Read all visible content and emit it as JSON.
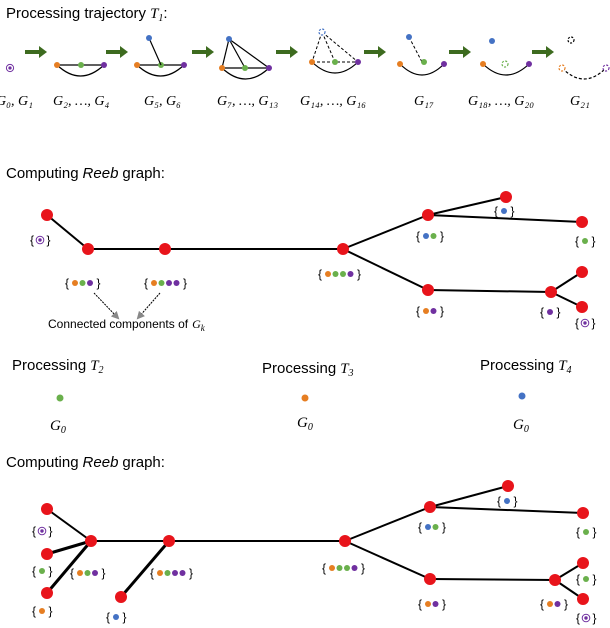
{
  "section1": {
    "title": "Processing trajectory",
    "title_var": "T",
    "title_sub": "1",
    "graph_labels": [
      "G₀, G₁",
      "G₂, …, G₄",
      "G₅, G₆",
      "G₇, …, G₁₃",
      "G₁₄, …, G₁₆",
      "G₁₇",
      "G₁₈, …, G₂₀",
      "G₂₁"
    ]
  },
  "section2": {
    "title_prefix": "Computing",
    "title_emph": "Reeb",
    "title_suffix": "graph:",
    "annotation": "Connected components of",
    "annotation_var": "G",
    "annotation_sub": "k"
  },
  "section3": {
    "items": [
      {
        "label": "Processing",
        "var": "T",
        "sub": "2",
        "graph": "G",
        "graph_sub": "0",
        "dot_color": "#6ab04c"
      },
      {
        "label": "Processing",
        "var": "T",
        "sub": "3",
        "graph": "G",
        "graph_sub": "0",
        "dot_color": "#e67e22"
      },
      {
        "label": "Processing",
        "var": "T",
        "sub": "4",
        "graph": "G",
        "graph_sub": "0",
        "dot_color": "#4472c4"
      }
    ]
  },
  "section4": {
    "title_prefix": "Computing",
    "title_emph": "Reeb",
    "title_suffix": "graph:"
  },
  "colors": {
    "red_node": "#e8141b",
    "orange": "#e67e22",
    "green": "#6ab04c",
    "purple": "#7030a0",
    "blue": "#4472c4",
    "arrow": "#3d6b1f"
  }
}
